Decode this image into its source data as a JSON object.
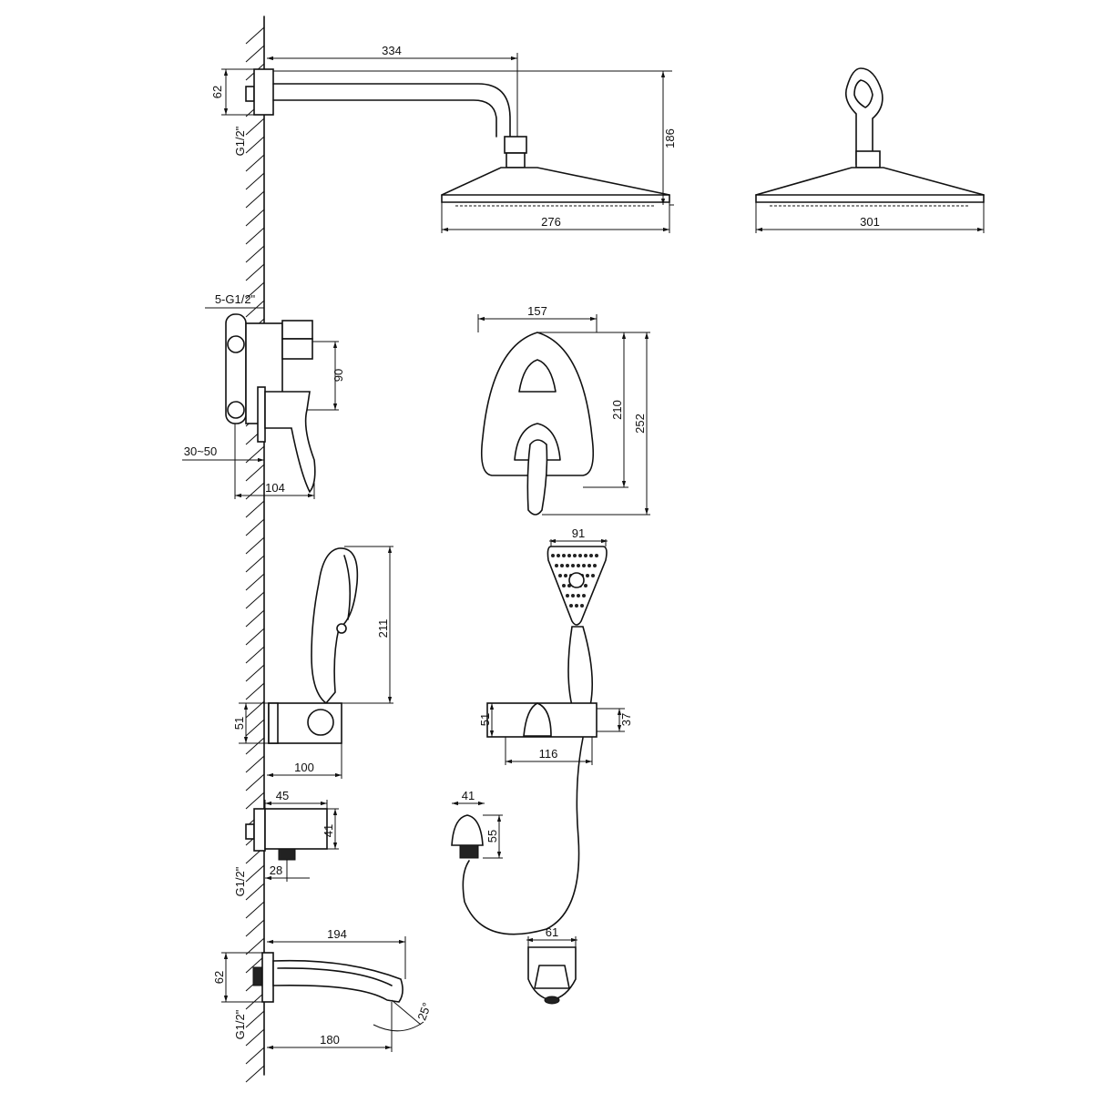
{
  "drawing": {
    "shower_arm": {
      "length": "334",
      "flange_height": "62",
      "thread": "G1/2\"",
      "total_height": "186",
      "head_width_side": "276"
    },
    "shower_head_front": {
      "width": "301"
    },
    "mixer_side": {
      "outlets": "5-G1/2\"",
      "spacing": "90",
      "wall_depth": "30~50",
      "depth": "104"
    },
    "mixer_front": {
      "width": "157",
      "plate_height": "210",
      "total_height": "252"
    },
    "hand_shower_side": {
      "height": "211",
      "holder_height": "51",
      "holder_depth": "100"
    },
    "hand_shower_front": {
      "head_width": "91",
      "holder_height": "51",
      "holder_inner": "37",
      "holder_width": "116"
    },
    "wall_outlet_side": {
      "depth": "45",
      "height": "41",
      "nut_offset": "28",
      "thread": "G1/2\""
    },
    "wall_outlet_front": {
      "width": "41",
      "height": "55"
    },
    "spout_side": {
      "length": "194",
      "flange_height": "62",
      "thread": "G1/2\"",
      "reach": "180",
      "angle": "25°"
    },
    "spout_front": {
      "width": "61"
    }
  }
}
